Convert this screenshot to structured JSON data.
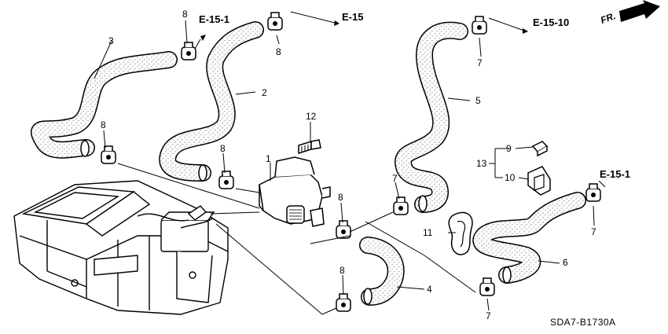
{
  "diagram": {
    "code": "SDA7-B1730A",
    "direction_label": "FR.",
    "refs": {
      "e15_1_top": "E-15-1",
      "e15": "E-15",
      "e15_10": "E-15-10",
      "e15_1_right": "E-15-1"
    },
    "callouts": {
      "n1": "1",
      "n2": "2",
      "n3": "3",
      "n4": "4",
      "n5": "5",
      "n6": "6",
      "n7_top": "7",
      "n7_mid": "7",
      "n7_right": "7",
      "n7_bottom": "7",
      "n8_top": "8",
      "n8_top2": "8",
      "n8_left": "8",
      "n8_mid": "8",
      "n8_center": "8",
      "n8_bottom": "8",
      "n9": "9",
      "n10": "10",
      "n11": "11",
      "n12": "12",
      "n13": "13"
    }
  }
}
